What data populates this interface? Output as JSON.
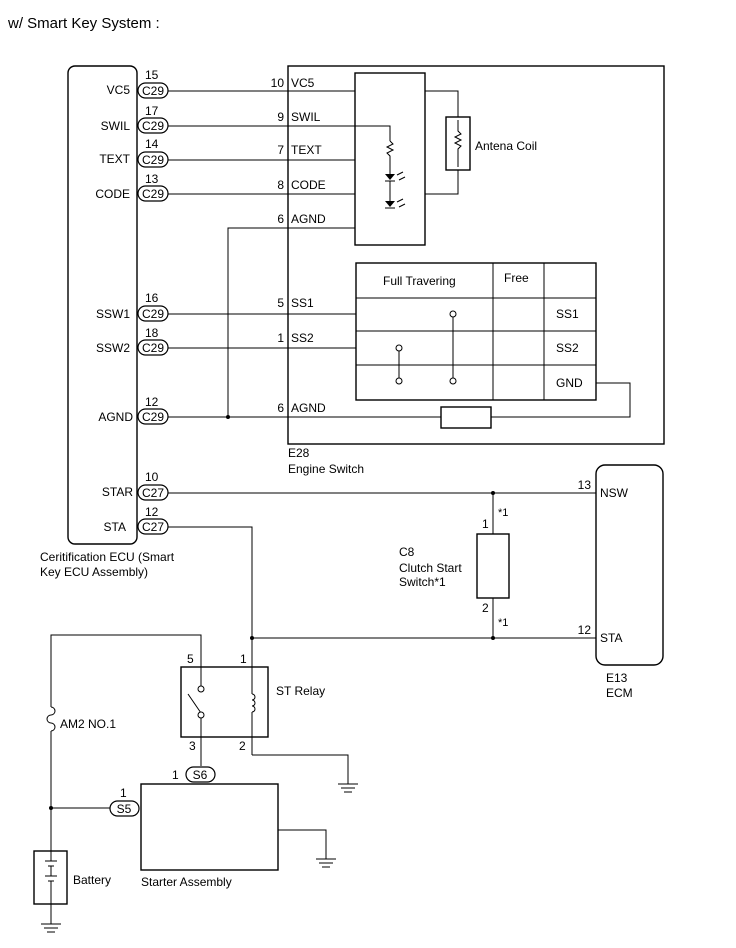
{
  "title": "w/ Smart Key System :",
  "ecu": {
    "label_line1": "Ceritification ECU (Smart",
    "label_line2": "Key ECU Assembly)",
    "pins": [
      {
        "name": "VC5",
        "pin": "15",
        "connector": "C29"
      },
      {
        "name": "SWIL",
        "pin": "17",
        "connector": "C29"
      },
      {
        "name": "TEXT",
        "pin": "14",
        "connector": "C29"
      },
      {
        "name": "CODE",
        "pin": "13",
        "connector": "C29"
      },
      {
        "name": "SSW1",
        "pin": "16",
        "connector": "C29"
      },
      {
        "name": "SSW2",
        "pin": "18",
        "connector": "C29"
      },
      {
        "name": "AGND",
        "pin": "12",
        "connector": "C29"
      },
      {
        "name": "STAR",
        "pin": "10",
        "connector": "C27"
      },
      {
        "name": "STA",
        "pin": "12",
        "connector": "C27"
      }
    ]
  },
  "engine_switch": {
    "code": "E28",
    "label": "Engine Switch",
    "pins": [
      {
        "pin": "10",
        "name": "VC5"
      },
      {
        "pin": "9",
        "name": "SWIL"
      },
      {
        "pin": "7",
        "name": "TEXT"
      },
      {
        "pin": "8",
        "name": "CODE"
      },
      {
        "pin": "6",
        "name": "AGND"
      },
      {
        "pin": "5",
        "name": "SS1"
      },
      {
        "pin": "1",
        "name": "SS2"
      },
      {
        "pin": "6",
        "name": "AGND"
      }
    ],
    "antenna_label": "Antena Coil",
    "table": {
      "col_full": "Full Travering",
      "col_free": "Free",
      "rows": [
        "SS1",
        "SS2",
        "GND"
      ]
    }
  },
  "ecm": {
    "code": "E13",
    "label": "ECM",
    "pins": [
      {
        "pin": "13",
        "name": "NSW"
      },
      {
        "pin": "12",
        "name": "STA"
      }
    ]
  },
  "clutch": {
    "code": "C8",
    "label_line1": "Clutch Start",
    "label_line2": "Switch*1",
    "pin_top": "1",
    "pin_bottom": "2",
    "note_top": "*1",
    "note_bottom": "*1"
  },
  "st_relay": {
    "label": "ST Relay",
    "pin5": "5",
    "pin1": "1",
    "pin3": "3",
    "pin2": "2"
  },
  "fuse": {
    "label": "AM2 NO.1"
  },
  "battery": {
    "label": "Battery"
  },
  "starter": {
    "label": "Starter Assembly",
    "conn_s6": "S6",
    "pin_s6": "1",
    "conn_s5": "S5",
    "pin_s5": "1"
  }
}
